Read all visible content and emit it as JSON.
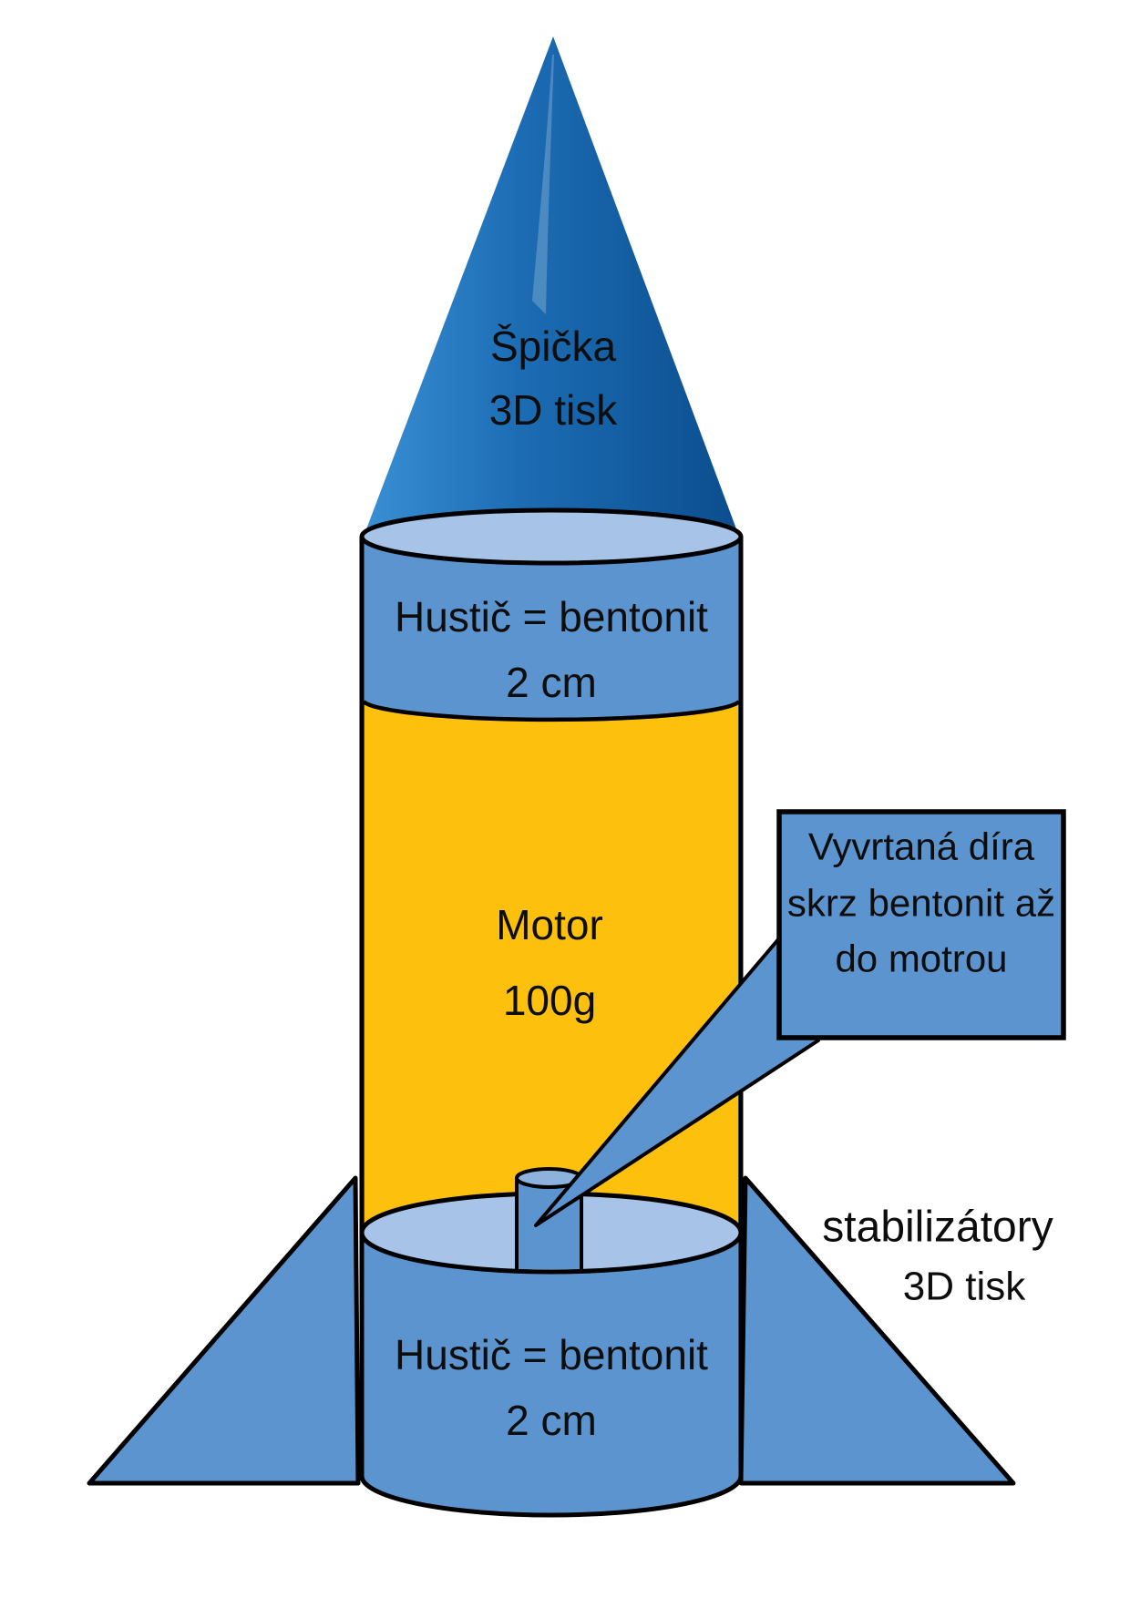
{
  "figure": {
    "title": "rocket-cross-section-diagram",
    "nose": {
      "line1": "Špička",
      "line2": "3D tisk"
    },
    "top_bentonit": {
      "line1": "Hustič = bentonit",
      "line2": "2 cm"
    },
    "motor": {
      "line1": "Motor",
      "line2": "100g"
    },
    "callout": {
      "line1": "Vyvrtaná díra",
      "line2": "skrz bentonit až",
      "line3": "do motrou"
    },
    "bottom_bentonit": {
      "line1": "Hustič = bentonit",
      "line2": "2 cm"
    },
    "stabilizers": {
      "line1": "stabilizátory",
      "line2": "3D tisk"
    },
    "colors": {
      "body_blue": "#5b94ce",
      "light_ellipse": "#a7c4e8",
      "hole_ellipse": "#8cb2dd",
      "motor_yellow": "#fcc00d",
      "cone_light": "#3a90d4",
      "cone_mid": "#1c6cb4",
      "cone_dark": "#0b4d8d",
      "outline": "#000000"
    }
  }
}
